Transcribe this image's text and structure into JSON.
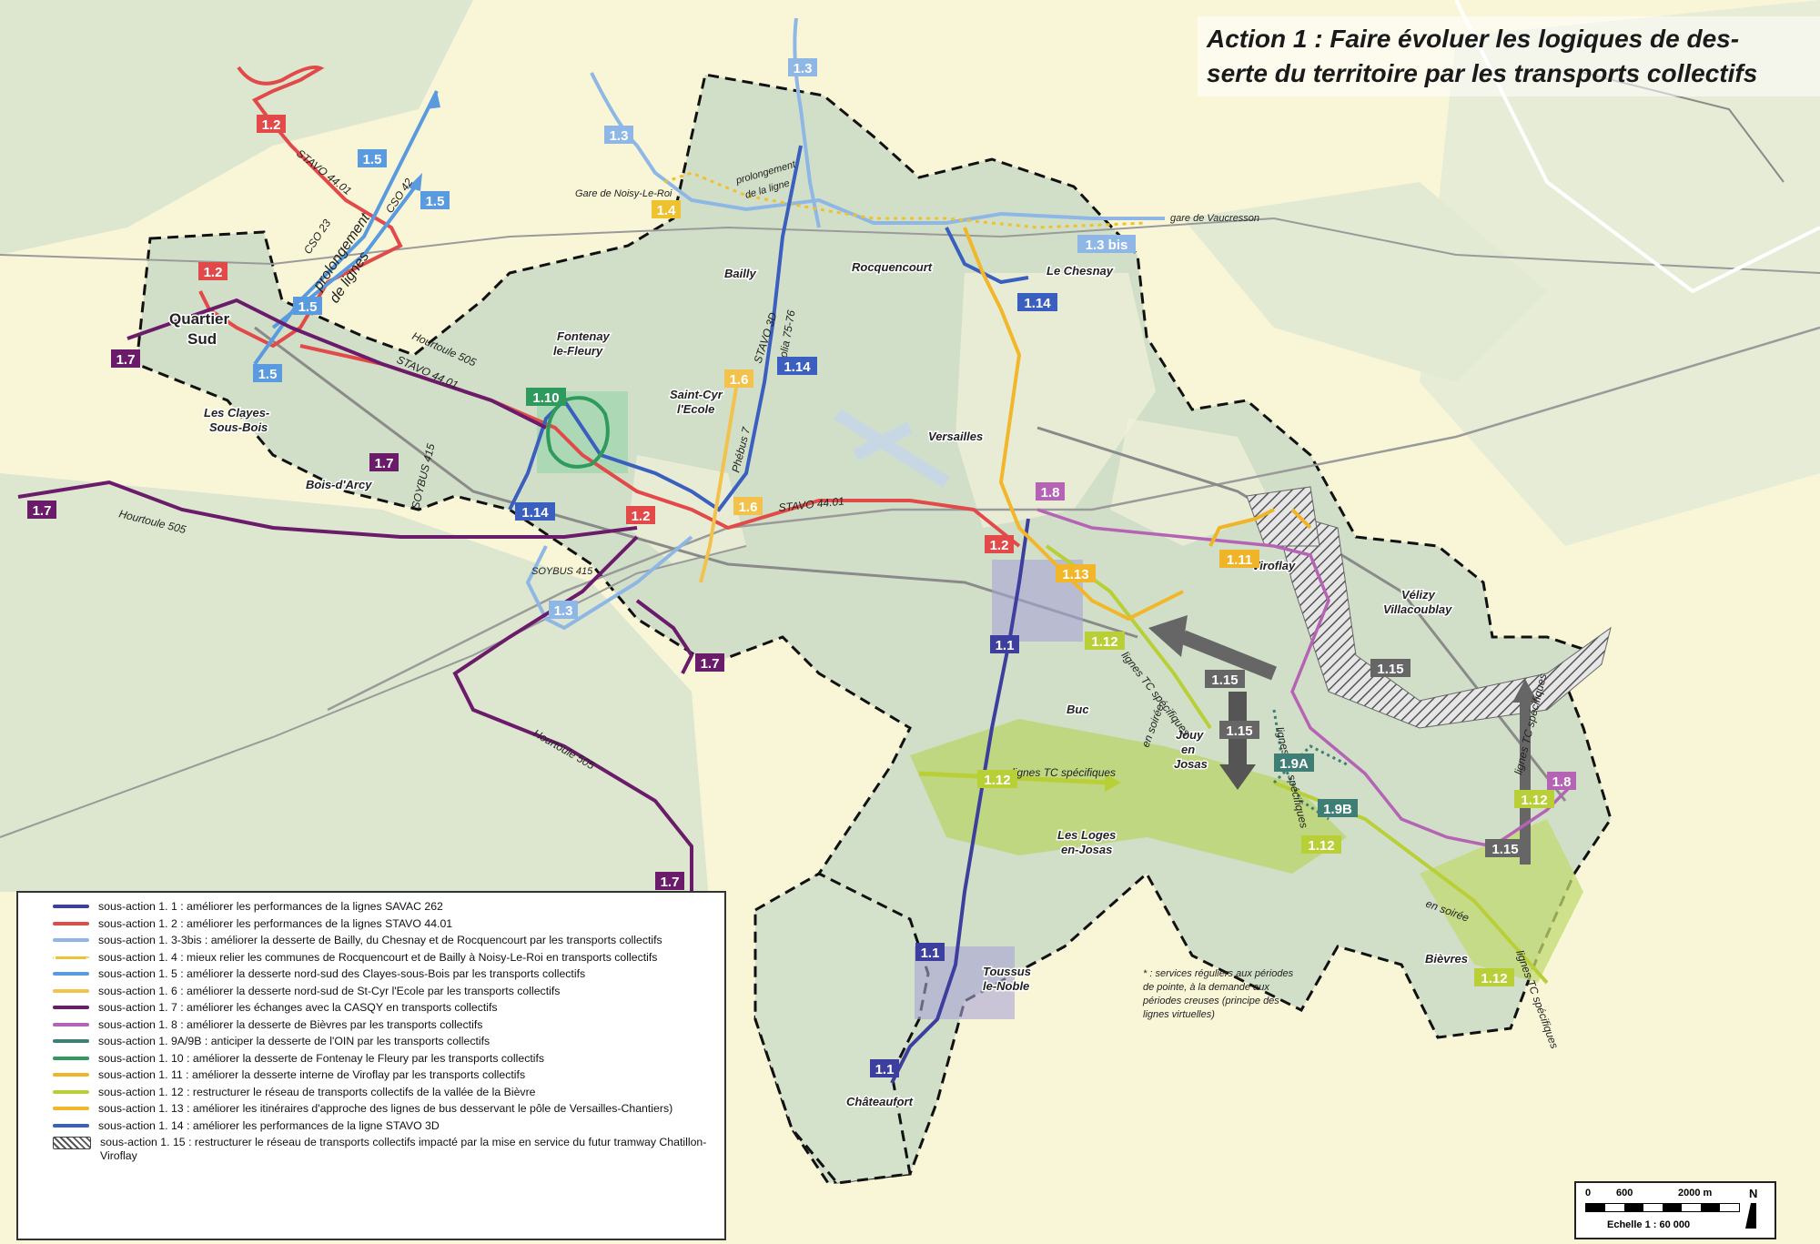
{
  "title": {
    "line1": "Action 1 : Faire évoluer les logiques de des-",
    "line2": "serte du territoire par les transports collectifs"
  },
  "colors": {
    "1.1": "#3d3f9e",
    "1.2": "#e24a4a",
    "1.3": "#8fb7e6",
    "1.4": "#f0c12e",
    "1.5": "#5a9be0",
    "1.6": "#f2c24d",
    "1.7": "#6a1b6a",
    "1.8": "#b564b5",
    "1.9": "#3e7e74",
    "1.10": "#2e9a5c",
    "1.11": "#f0b428",
    "1.12": "#b9cf38",
    "1.13": "#f1b62a",
    "1.14": "#3b5fbf",
    "1.15": "#777777"
  },
  "places": {
    "quartier_sud_1": "Quartier",
    "quartier_sud_2": "Sud",
    "les_clayes_1": "Les Clayes-",
    "les_clayes_2": "Sous-Bois",
    "bois_darcy": "Bois-d'Arcy",
    "fontenay_1": "Fontenay",
    "fontenay_2": "le-Fleury",
    "bailly": "Bailly",
    "saint_cyr_1": "Saint-Cyr",
    "saint_cyr_2": "l'Ecole",
    "rocquencourt": "Rocquencourt",
    "le_chesnay": "Le Chesnay",
    "versailles": "Versailles",
    "viroflay": "Viroflay",
    "velizy_1": "Vélizy",
    "velizy_2": "Villacoublay",
    "buc": "Buc",
    "jouy_1": "Jouy",
    "jouy_2": "en",
    "jouy_3": "Josas",
    "les_loges_1": "Les Loges",
    "les_loges_2": "en-Josas",
    "toussus_1": "Toussus",
    "toussus_2": "le-Noble",
    "bievres": "Bièvres",
    "chateaufort": "Châteaufort",
    "gare_noisy": "Gare de Noisy-Le-Roi",
    "gare_vaucresson": "gare de Vaucresson"
  },
  "line_labels": {
    "stavo_4401": "STAVO 44.01",
    "cso_23": "CSO 23",
    "cso_42": "CSO 42",
    "hourtoule_505": "Hourtoule 505",
    "soybus_415": "SOYBUS 415",
    "stavo_3d": "STAVO 3D",
    "phebus_7": "Phébus 7",
    "veolia": "Véolia 75-76",
    "prolongement": "prolongement",
    "de_lignes": "de lignes",
    "prolongement_ligne_1": "prolongement",
    "prolongement_ligne_2": "de la ligne",
    "lignes_tc": "lignes TC spécifiques",
    "en_soiree": "en soirée"
  },
  "note": {
    "l1": "* : services réguliers aux périodes",
    "l2": "de pointe, à la demande aux",
    "l3": "périodes creuses (principe des",
    "l4": "lignes virtuelles)"
  },
  "badges": {
    "b_1_1": "1.1",
    "b_1_2": "1.2",
    "b_1_3": "1.3",
    "b_1_3bis": "1.3 bis",
    "b_1_4": "1.4",
    "b_1_5": "1.5",
    "b_1_6": "1.6",
    "b_1_7": "1.7",
    "b_1_8": "1.8",
    "b_1_9a": "1.9A",
    "b_1_9b": "1.9B",
    "b_1_10": "1.10",
    "b_1_11": "1.11",
    "b_1_12": "1.12",
    "b_1_13": "1.13",
    "b_1_14": "1.14",
    "b_1_15": "1.15"
  },
  "legend": [
    {
      "color": "#3d3f9e",
      "style": "solid",
      "text": "sous-action 1. 1 : améliorer les performances de la lignes SAVAC 262"
    },
    {
      "color": "#e24a4a",
      "style": "solid",
      "text": "sous-action 1. 2 : améliorer les performances de la lignes STAVO 44.01"
    },
    {
      "color": "#8fb7e6",
      "style": "solid",
      "text": "sous-action 1. 3-3bis : améliorer la desserte de Bailly, du Chesnay et de Rocquencourt par les transports collectifs"
    },
    {
      "color": "#f0c12e",
      "style": "dotted",
      "text": "sous-action 1. 4 : mieux relier les communes de Rocquencourt et de Bailly à Noisy-Le-Roi en transports collectifs"
    },
    {
      "color": "#5a9be0",
      "style": "solid",
      "text": "sous-action 1. 5 : améliorer la desserte nord-sud des Clayes-sous-Bois par les transports collectifs"
    },
    {
      "color": "#f2c24d",
      "style": "solid",
      "text": "sous-action 1. 6 : améliorer la desserte nord-sud de St-Cyr l'Ecole par les transports collectifs"
    },
    {
      "color": "#6a1b6a",
      "style": "solid",
      "text": "sous-action 1. 7 : améliorer les échanges avec la CASQY en transports collectifs"
    },
    {
      "color": "#b564b5",
      "style": "solid",
      "text": "sous-action 1. 8 : améliorer la desserte de Bièvres par les transports collectifs"
    },
    {
      "color": "#3e7e74",
      "style": "solid",
      "text": "sous-action 1. 9A/9B : anticiper la desserte de l'OIN par les transports collectifs"
    },
    {
      "color": "#2e9a5c",
      "style": "solid",
      "text": "sous-action 1. 10 : améliorer la desserte de Fontenay le Fleury par les transports collectifs"
    },
    {
      "color": "#f0b428",
      "style": "solid",
      "text": "sous-action 1. 11 : améliorer la desserte interne de Viroflay par les transports collectifs"
    },
    {
      "color": "#b9cf38",
      "style": "solid",
      "text": "sous-action 1. 12 : restructurer le réseau de transports collectifs de la vallée de la Bièvre"
    },
    {
      "color": "#f1b62a",
      "style": "solid",
      "text": "sous-action 1. 13 :  améliorer les itinéraires d'approche des lignes de bus desservant le pôle de Versailles-Chantiers)"
    },
    {
      "color": "#3b5fbf",
      "style": "solid",
      "text": "sous-action 1. 14 : améliorer les performances de la ligne STAVO 3D"
    },
    {
      "color": "#555555",
      "style": "hatch",
      "text": "sous-action 1. 15 : restructurer le réseau de transports collectifs impacté par la mise en service du futur tramway Chatillon-Viroflay"
    }
  ],
  "scale": {
    "tick0": "0",
    "tick1": "600",
    "tick2": "2000 m",
    "label": "Echelle  1 : 60 000",
    "north": "N"
  }
}
